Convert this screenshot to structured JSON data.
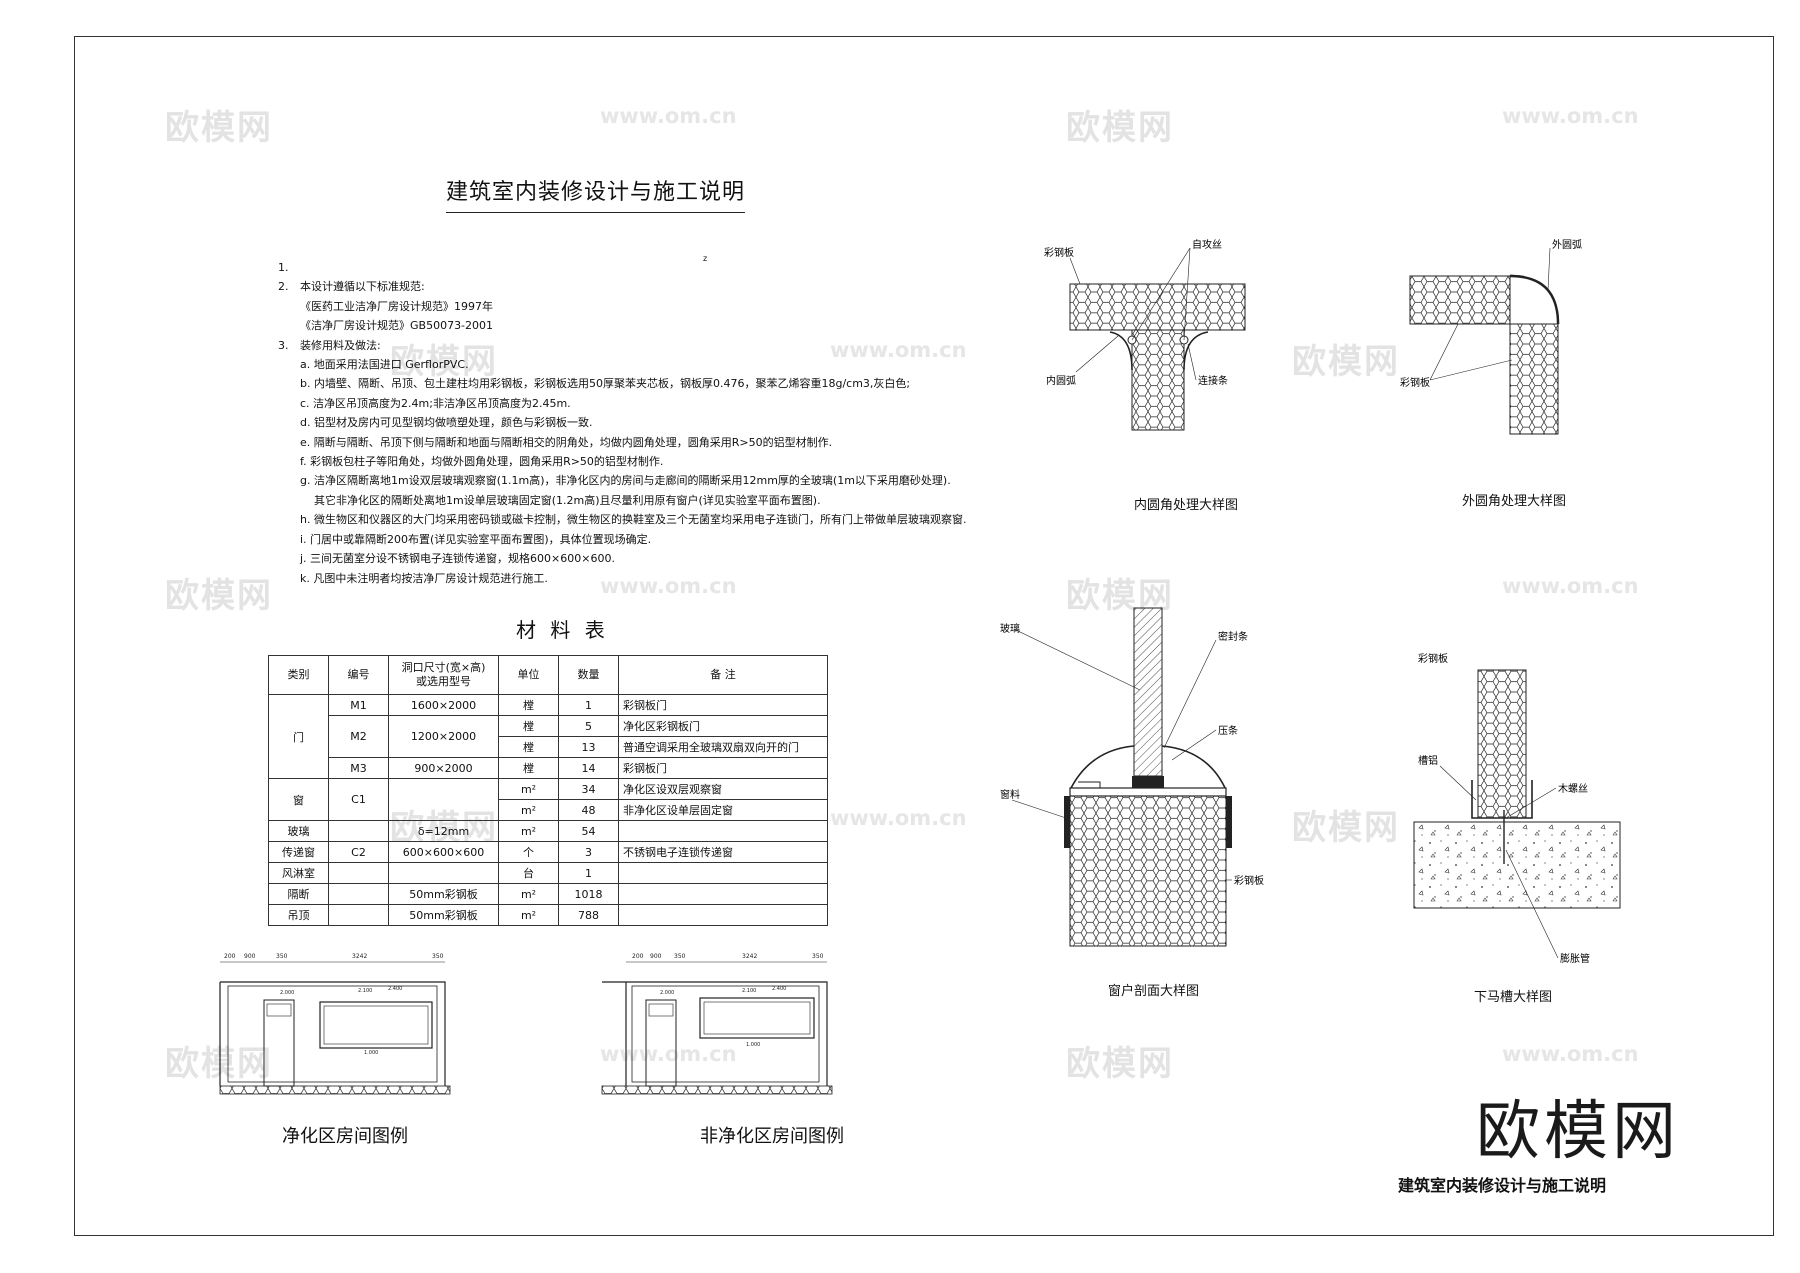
{
  "watermarks": {
    "brand": "欧模网",
    "url": "www.om.cn"
  },
  "title": "建筑室内装修设计与施工说明",
  "notes": {
    "item1": "1.",
    "item2_num": "2.",
    "item2": "本设计遵循以下标准规范:",
    "spec1": "《医药工业洁净厂房设计规范》1997年",
    "spec2": "《洁净厂房设计规范》GB50073-2001",
    "item3_num": "3.",
    "item3": "装修用料及做法:",
    "a": "a. 地面采用法国进口 GerflorPVC.",
    "b": "b. 内墙壁、隔断、吊顶、包土建柱均用彩钢板，彩钢板选用50厚聚苯夹芯板，钢板厚0.476，聚苯乙烯容重18g/cm3,灰白色;",
    "c": "c. 洁净区吊顶高度为2.4m;非洁净区吊顶高度为2.45m.",
    "d": "d. 铝型材及房内可见型钢均做喷塑处理，颜色与彩钢板一致.",
    "e": "e. 隔断与隔断、吊顶下侧与隔断和地面与隔断相交的阴角处，均做内圆角处理，圆角采用R>50的铝型材制作.",
    "f": "f. 彩钢板包柱子等阳角处，均做外圆角处理，圆角采用R>50的铝型材制作.",
    "g": "g. 洁净区隔断离地1m设双层玻璃观察窗(1.1m高)，非净化区内的房间与走廊间的隔断采用12mm厚的全玻璃(1m以下采用磨砂处理).",
    "g2": "其它非净化区的隔断处离地1m设单层玻璃固定窗(1.2m高)且尽量利用原有窗户(详见实验室平面布置图).",
    "h": "h. 微生物区和仪器区的大门均采用密码锁或磁卡控制，微生物区的换鞋室及三个无菌室均采用电子连锁门，所有门上带做单层玻璃观察窗.",
    "i": "i. 门居中或靠隔断200布置(详见实验室平面布置图)，具体位置现场确定.",
    "j": "j. 三间无菌室分设不锈钢电子连锁传递窗，规格600×600×600.",
    "k": "k. 凡图中未注明者均按洁净厂房设计规范进行施工."
  },
  "materials": {
    "title": "材 料 表",
    "headers": {
      "category": "类别",
      "code": "编号",
      "size_line1": "洞口尺寸(宽×高)",
      "size_line2": "或选用型号",
      "unit": "单位",
      "qty": "数量",
      "remark": "备      注"
    },
    "rows": [
      {
        "cat": "门",
        "code": "M1",
        "size": "1600×2000",
        "unit": "樘",
        "qty": "1",
        "remark": "彩钢板门"
      },
      {
        "code": "M2",
        "size": "1200×2000",
        "unit": "樘",
        "qty": "5",
        "remark": "净化区彩钢板门"
      },
      {
        "unit": "樘",
        "qty": "13",
        "remark": "普通空调采用全玻璃双扇双向开的门"
      },
      {
        "code": "M3",
        "size": "900×2000",
        "unit": "樘",
        "qty": "14",
        "remark": "彩钢板门"
      },
      {
        "cat": "窗",
        "code": "C1",
        "unit": "m²",
        "qty": "34",
        "remark": "净化区设双层观察窗"
      },
      {
        "unit": "m²",
        "qty": "48",
        "remark": "非净化区设单层固定窗"
      },
      {
        "cat": "玻璃",
        "size": "δ=12mm",
        "unit": "m²",
        "qty": "54"
      },
      {
        "cat": "传递窗",
        "code": "C2",
        "size": "600×600×600",
        "unit": "个",
        "qty": "3",
        "remark": "不锈钢电子连锁传递窗"
      },
      {
        "cat": "风淋室",
        "unit": "台",
        "qty": "1"
      },
      {
        "cat": "隔断",
        "size": "50mm彩钢板",
        "unit": "m²",
        "qty": "1018"
      },
      {
        "cat": "吊顶",
        "size": "50mm彩钢板",
        "unit": "m²",
        "qty": "788"
      }
    ]
  },
  "room_diagrams": {
    "dims": [
      "200",
      "900",
      "350",
      "3242",
      "350"
    ],
    "heights": [
      "2.000",
      "2.100",
      "2.400",
      "1.000"
    ],
    "clean_caption": "净化区房间图例",
    "nonclean_caption": "非净化区房间图例"
  },
  "details": {
    "inner_corner": {
      "caption": "内圆角处理大样图",
      "labels": {
        "panel": "彩钢板",
        "screw": "自攻丝",
        "inner_arc": "内圆弧",
        "connector": "连接条"
      }
    },
    "outer_corner": {
      "caption": "外圆角处理大样图",
      "labels": {
        "outer_arc": "外圆弧",
        "panel": "彩钢板"
      }
    },
    "window": {
      "caption": "窗户剖面大样图",
      "labels": {
        "glass": "玻璃",
        "seal": "密封条",
        "bead": "压条",
        "frame": "窗料",
        "panel": "彩钢板"
      }
    },
    "skirting": {
      "caption": "下马槽大样图",
      "labels": {
        "panel": "彩钢板",
        "channel": "槽铝",
        "wood_screw": "木螺丝",
        "anchor": "膨胀管"
      }
    }
  },
  "brand": "欧模网",
  "footer_title": "建筑室内装修设计与施工说明",
  "page_mark": "z"
}
